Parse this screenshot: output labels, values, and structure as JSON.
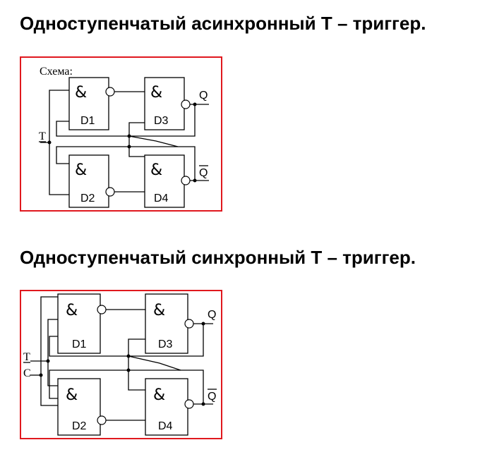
{
  "headings": {
    "async": "Одноступенчатый асинхронный Т – триггер.",
    "sync": "Одноступенчатый синхронный Т – триггер."
  },
  "diagram1": {
    "caption": "Схема:",
    "gate_symbol": "&",
    "gates": [
      "D1",
      "D2",
      "D3",
      "D4"
    ],
    "input_t": "T",
    "out_q": "Q",
    "out_qbar": "Q"
  },
  "diagram2": {
    "gate_symbol": "&",
    "gates": [
      "D1",
      "D2",
      "D3",
      "D4"
    ],
    "input_t": "T",
    "input_c": "C",
    "out_q": "Q",
    "out_qbar": "Q"
  },
  "colors": {
    "frame": "#e0181e"
  }
}
